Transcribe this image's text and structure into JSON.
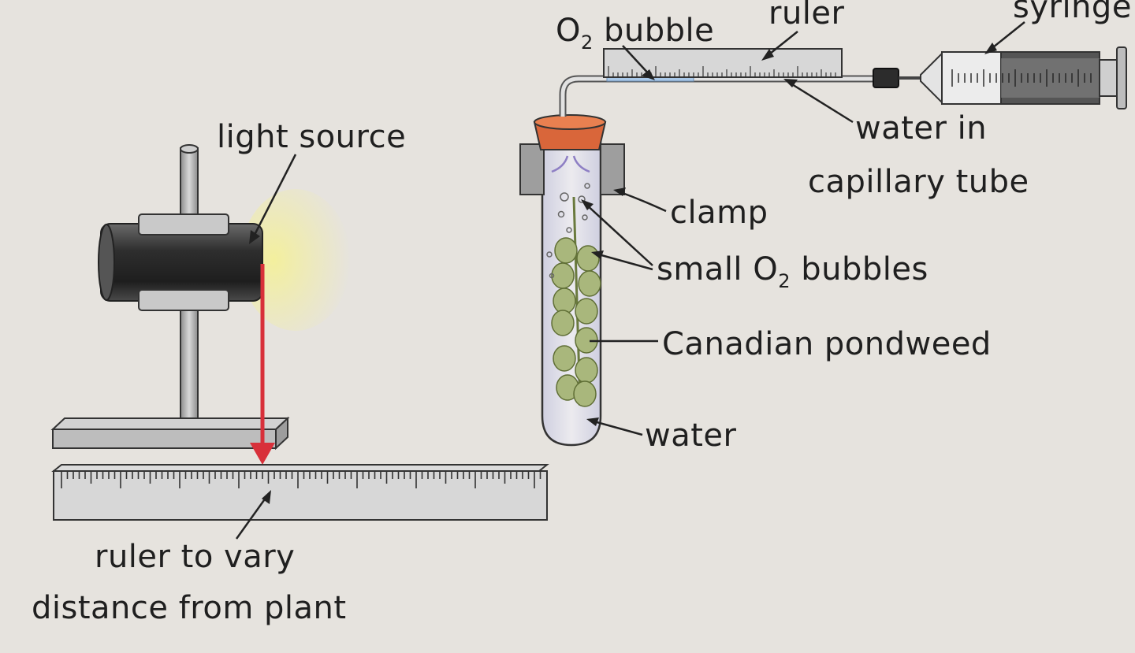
{
  "labels": {
    "o2_bubble": "O",
    "o2_bubble_sub": "2",
    "o2_bubble_rest": " bubble",
    "ruler_top": "ruler",
    "syringe": "syringe",
    "light_source": "light source",
    "water_in": "water in",
    "capillary_tube": "capillary tube",
    "clamp": "clamp",
    "small_bubbles_pre": "small O",
    "small_bubbles_sub": "2",
    "small_bubbles_post": " bubbles",
    "pondweed": "Canadian pondweed",
    "water": "water",
    "ruler_vary_1": "ruler to vary",
    "ruler_vary_2": "distance from plant"
  },
  "colors": {
    "background": "#e6e3de",
    "cork": "#d9663a",
    "light_glow": "#f2ef9a",
    "distance_arrow": "#d8303a",
    "pondweed": "#a9b77c",
    "metal": "#b9b9b9",
    "lamp": "#3a3a3a"
  }
}
